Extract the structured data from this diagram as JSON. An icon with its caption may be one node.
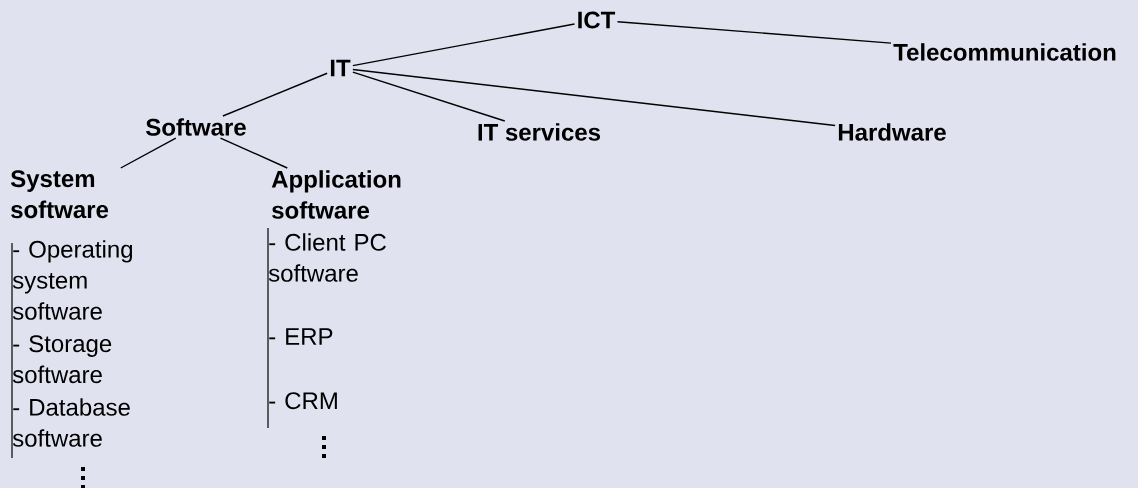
{
  "diagram": {
    "nodes": [
      {
        "text": [
          "ICT"
        ]
      },
      {
        "text": [
          "Telecommunication"
        ]
      },
      {
        "text": [
          "IT"
        ]
      },
      {
        "text": [
          "Software"
        ]
      },
      {
        "text": [
          "IT services"
        ]
      },
      {
        "text": [
          "Hardware"
        ]
      },
      {
        "text": [
          "System software"
        ]
      },
      {
        "text": [
          "Application software"
        ]
      }
    ],
    "edges": [
      {
        "from": 0,
        "to": 2,
        "arrow": "none"
      },
      {
        "from": 0,
        "to": 1,
        "arrow": "none"
      },
      {
        "from": 2,
        "to": 3,
        "arrow": "none"
      },
      {
        "from": 2,
        "to": 4,
        "arrow": "none"
      },
      {
        "from": 2,
        "to": 5,
        "arrow": "none"
      },
      {
        "from": 3,
        "to": 6,
        "arrow": "none"
      },
      {
        "from": 3,
        "to": 7,
        "arrow": "none"
      }
    ],
    "labels": [
      "- Operating system software",
      "- Client PC software",
      "- ERP",
      "- Storage software",
      "- CRM",
      "- Database software"
    ]
  }
}
